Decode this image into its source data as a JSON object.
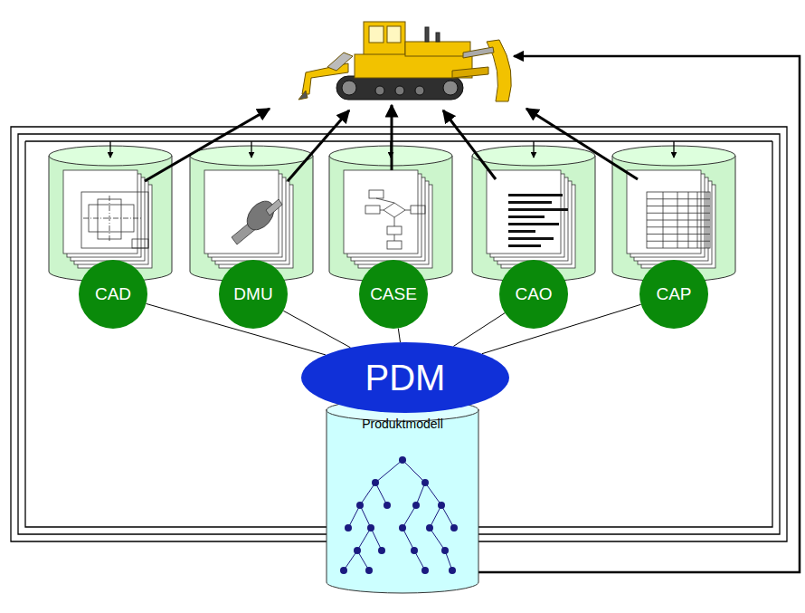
{
  "diagram": {
    "nodes": [
      {
        "text": [
          "CAD"
        ]
      },
      {
        "text": [
          "DMU"
        ]
      },
      {
        "text": [
          "CASE"
        ]
      },
      {
        "text": [
          "CAO"
        ]
      },
      {
        "text": [
          "CAP"
        ]
      },
      {
        "text": [
          "PDM"
        ]
      },
      {
        "text": [
          "Produktmodell"
        ]
      }
    ],
    "edges": [
      {
        "from": 0,
        "to": 5,
        "arrow": "none"
      },
      {
        "from": 1,
        "to": 5,
        "arrow": "none"
      },
      {
        "from": 2,
        "to": 5,
        "arrow": "none"
      },
      {
        "from": 3,
        "to": 5,
        "arrow": "none"
      },
      {
        "from": 4,
        "to": 5,
        "arrow": "none"
      }
    ]
  }
}
